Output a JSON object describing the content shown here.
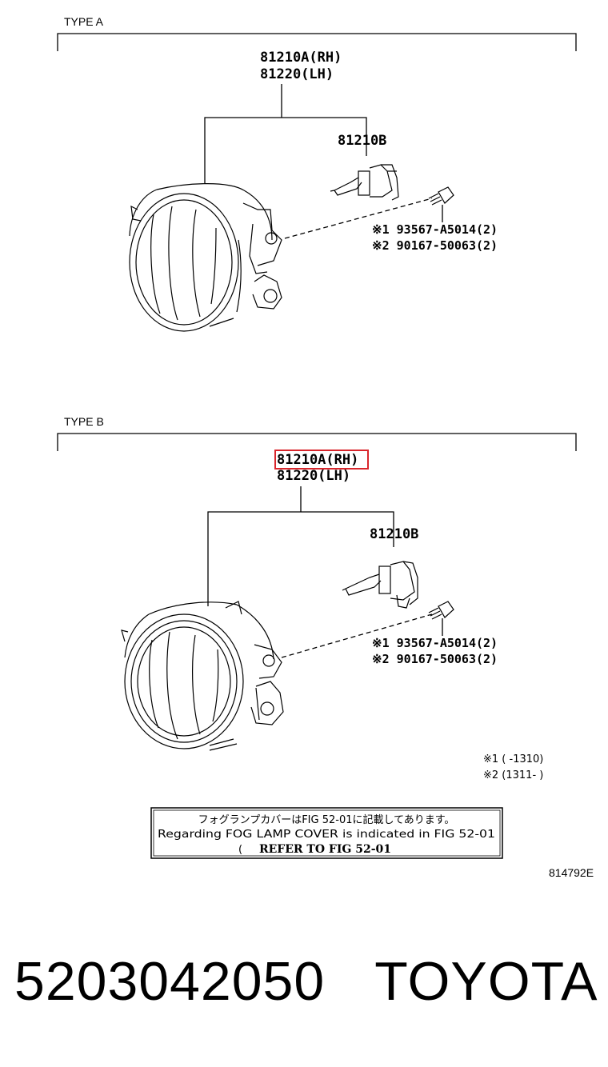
{
  "type_a": {
    "label": "TYPE A",
    "assembly_rh": "81210A(RH)",
    "assembly_lh": "81220(LH)",
    "bulb": "81210B",
    "screw_1": "※1 93567-A5014(2)",
    "screw_2": "※2 90167-50063(2)"
  },
  "type_b": {
    "label": "TYPE B",
    "assembly_rh": "81210A(RH)",
    "assembly_lh": "81220(LH)",
    "bulb": "81210B",
    "screw_1": "※1 93567-A5014(2)",
    "screw_2": "※2 90167-50063(2)",
    "footnote_1": "※1 (      -1310)",
    "footnote_2": "※2 (1311-      )"
  },
  "note_box": {
    "line_jp": "フォグランプカバーはFIG 52-01に記載してあります。",
    "line_en": "Regarding FOG LAMP COVER is indicated in FIG 52-01",
    "line_ref_open": "(",
    "line_ref": "REFER TO FIG 52-01"
  },
  "illustration_number": "814792E",
  "part_number": "5203042050",
  "brand": "TOYOTA",
  "colors": {
    "highlight": "#d9262c",
    "line": "#000000"
  }
}
